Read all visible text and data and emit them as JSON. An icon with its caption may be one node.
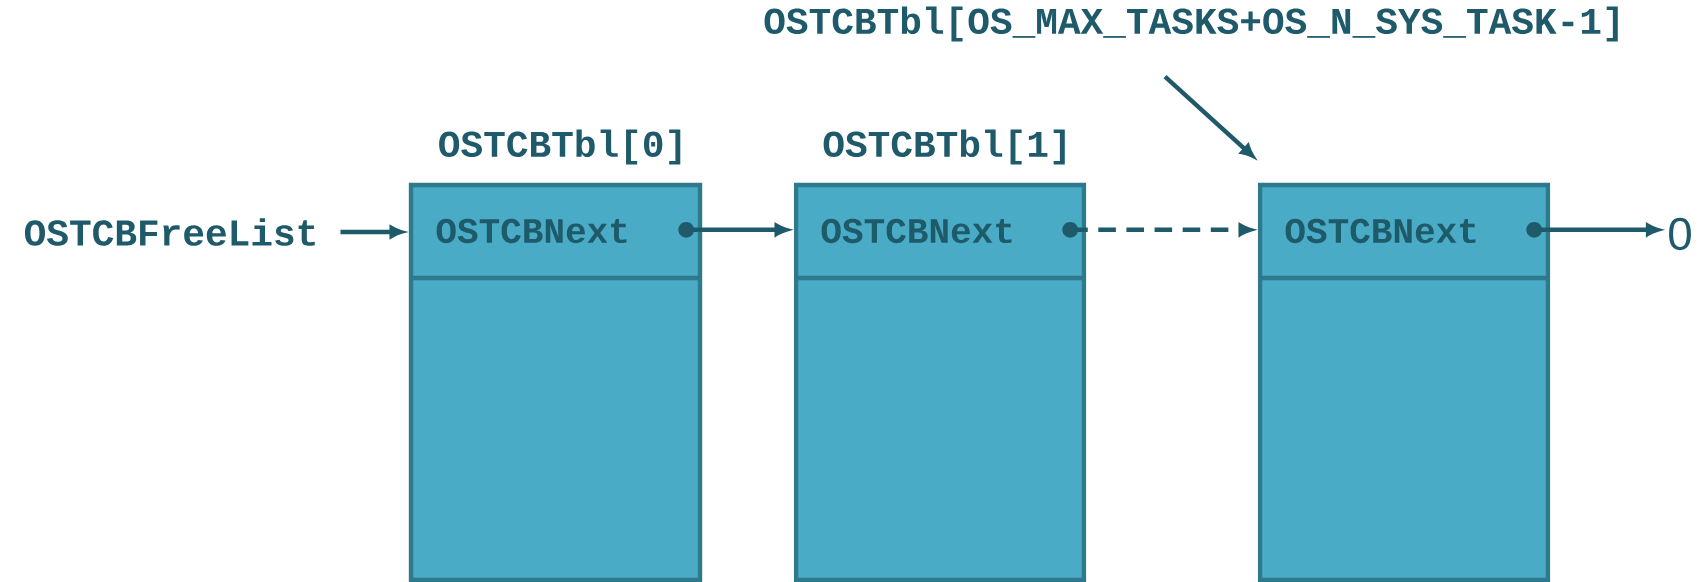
{
  "diagram": {
    "nodes": [
      {
        "text": [
          "OSTCBTbl[OS_MAX_TASKS+OS_N_SYS_TASK-1]"
        ]
      },
      {
        "text": [
          "OSTCBFreeList"
        ]
      },
      {
        "text": [
          "OSTCBTbl[0]",
          "OSTCBNext"
        ]
      },
      {
        "text": [
          "OSTCBTbl[1]",
          "OSTCBNext"
        ]
      },
      {
        "text": [
          "OSTCBNext"
        ]
      },
      {
        "text": [
          "0"
        ]
      }
    ],
    "edges": [
      {
        "from": 0,
        "to": 4,
        "arrow": "to"
      },
      {
        "from": 1,
        "to": 2,
        "arrow": "to"
      },
      {
        "from": 2,
        "to": 3,
        "arrow": "to"
      },
      {
        "from": 3,
        "to": 4,
        "arrow": "to",
        "style": "dashed"
      },
      {
        "from": 4,
        "to": 5,
        "arrow": "to"
      }
    ]
  }
}
